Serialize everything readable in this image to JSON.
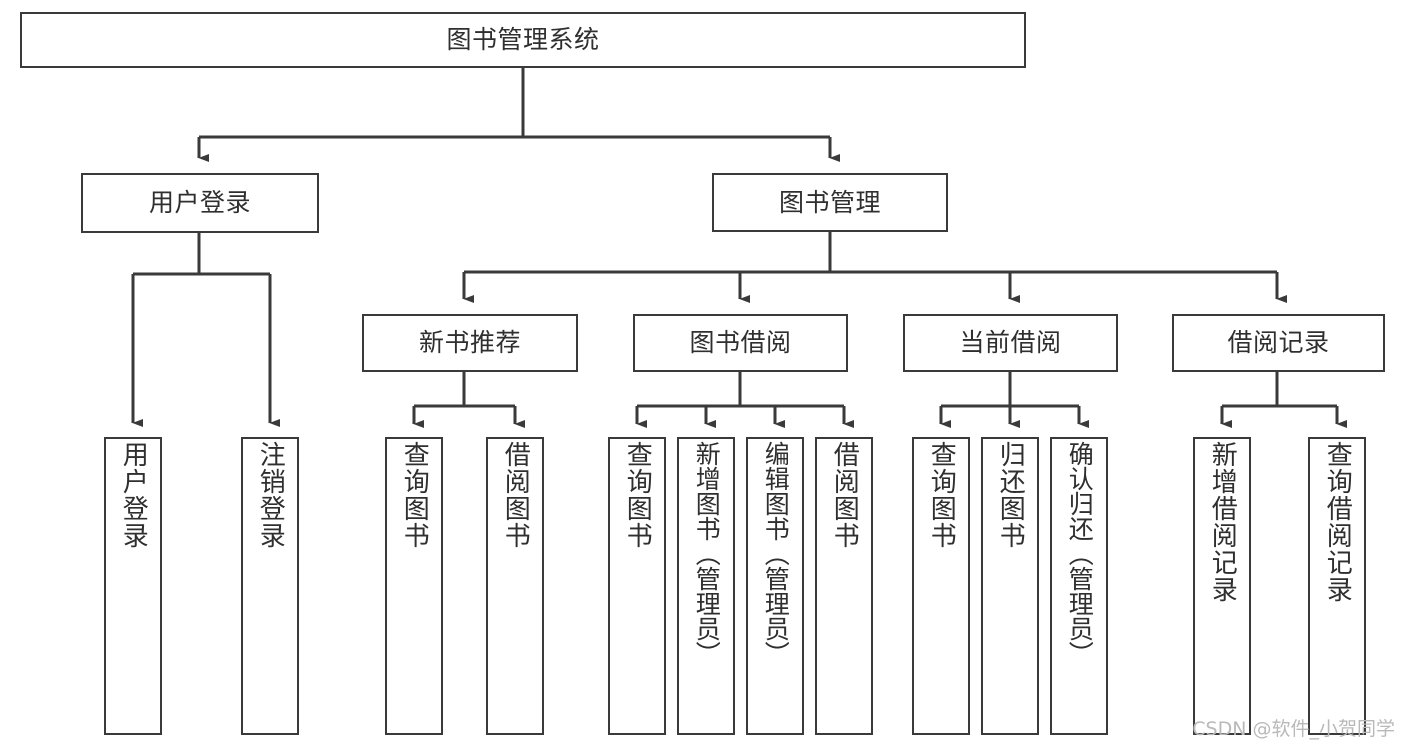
{
  "diagram": {
    "title": "图书管理系统",
    "type": "tree",
    "watermark": "CSDN @软件_小贺同学",
    "colors": {
      "stroke": "#3a3a3a",
      "fill": "#ffffff",
      "text": "#2f2f2f",
      "watermark": "#b9b9b9"
    },
    "nodes": {
      "root": {
        "label": "图书管理系统",
        "orientation": "horizontal"
      },
      "user_login": {
        "label": "用户登录",
        "orientation": "horizontal"
      },
      "book_manage": {
        "label": "图书管理",
        "orientation": "horizontal"
      },
      "new_book_rec": {
        "label": "新书推荐",
        "orientation": "horizontal"
      },
      "book_borrow": {
        "label": "图书借阅",
        "orientation": "horizontal"
      },
      "current_borrow": {
        "label": "当前借阅",
        "orientation": "horizontal"
      },
      "borrow_record": {
        "label": "借阅记录",
        "orientation": "horizontal"
      },
      "leaf_user_login": {
        "label": "用户登录",
        "orientation": "vertical"
      },
      "leaf_logout": {
        "label": "注销登录",
        "orientation": "vertical"
      },
      "leaf_query_book_1": {
        "label": "查询图书",
        "orientation": "vertical"
      },
      "leaf_borrow_book_1": {
        "label": "借阅图书",
        "orientation": "vertical"
      },
      "leaf_query_book_2": {
        "label": "查询图书",
        "orientation": "vertical"
      },
      "leaf_add_book": {
        "label": "新增图书（管理员）",
        "orientation": "vertical"
      },
      "leaf_edit_book": {
        "label": "编辑图书（管理员）",
        "orientation": "vertical"
      },
      "leaf_borrow_book_2": {
        "label": "借阅图书",
        "orientation": "vertical"
      },
      "leaf_query_book_3": {
        "label": "查询图书",
        "orientation": "vertical"
      },
      "leaf_return_book": {
        "label": "归还图书",
        "orientation": "vertical"
      },
      "leaf_confirm_return": {
        "label": "确认归还（管理员）",
        "orientation": "vertical"
      },
      "leaf_add_record": {
        "label": "新增借阅记录",
        "orientation": "vertical"
      },
      "leaf_query_record": {
        "label": "查询借阅记录",
        "orientation": "vertical"
      }
    }
  }
}
